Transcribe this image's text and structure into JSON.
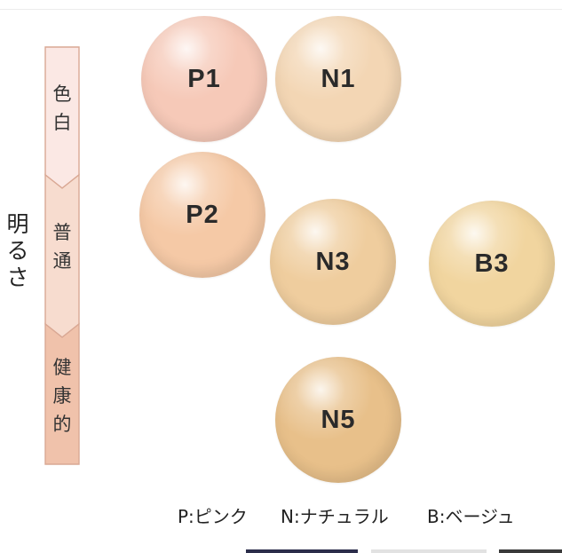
{
  "axis_title_chars": [
    "明",
    "る",
    "さ"
  ],
  "scale": {
    "group1": [
      "色",
      "白"
    ],
    "group2": [
      "普",
      "通"
    ],
    "group3": [
      "健",
      "康",
      "的"
    ]
  },
  "swatches": [
    {
      "label": "P1",
      "color": "#f6c9b8"
    },
    {
      "label": "N1",
      "color": "#f3d6b4"
    },
    {
      "label": "P2",
      "color": "#f5c9a6"
    },
    {
      "label": "N3",
      "color": "#efcd9e"
    },
    {
      "label": "B3",
      "color": "#f1d59f"
    },
    {
      "label": "N5",
      "color": "#e8c08a"
    }
  ],
  "legend": [
    {
      "text": "P:ピンク"
    },
    {
      "text": "N:ナチュラル"
    },
    {
      "text": "B:ベージュ"
    }
  ],
  "colors": {
    "scale_top": "#fae6e2",
    "scale_mid": "#f7d8c9",
    "scale_bottom": "#f0bfa7",
    "scale_border": "#d9a894"
  }
}
